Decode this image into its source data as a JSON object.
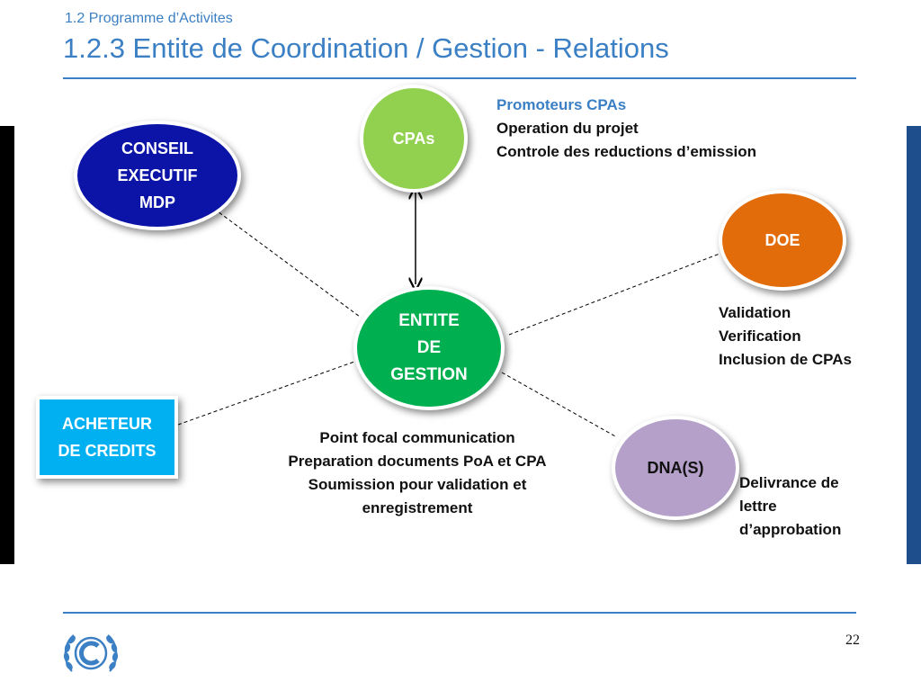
{
  "header": {
    "subtitle": "1.2  Programme d’Activites",
    "title": "1.2.3 Entite de Coordination / Gestion - Relations"
  },
  "nodes": {
    "cpas": {
      "label": "CPAs",
      "color": "#92d050"
    },
    "conseil": {
      "lines": [
        "CONSEIL",
        "EXECUTIF",
        "MDP"
      ],
      "color": "#0b14a6"
    },
    "doe": {
      "label": "DOE",
      "color": "#e36c0a"
    },
    "entite": {
      "lines": [
        "ENTITE",
        "DE",
        "GESTION"
      ],
      "color": "#00b050"
    },
    "acheteur": {
      "lines": [
        "ACHETEUR",
        "DE CREDITS"
      ],
      "color": "#00b0f0"
    },
    "dna": {
      "label": "DNA(S)",
      "color": "#b4a0c8"
    }
  },
  "annotations": {
    "cpas": {
      "heading": "Promoteurs CPAs",
      "lines": [
        "Operation du projet",
        "Controle des reductions d’emission"
      ]
    },
    "doe": {
      "lines": [
        "Validation",
        "Verification",
        "Inclusion de CPAs"
      ]
    },
    "entite": {
      "lines": [
        "Point focal communication",
        "Preparation documents PoA et CPA",
        "Soumission pour validation et",
        "enregistrement"
      ]
    },
    "dna": {
      "lines": [
        "Delivrance de",
        "lettre",
        "d’approbation"
      ]
    }
  },
  "footer": {
    "page_number": "22"
  },
  "colors": {
    "accent": "#3b7fc4"
  }
}
